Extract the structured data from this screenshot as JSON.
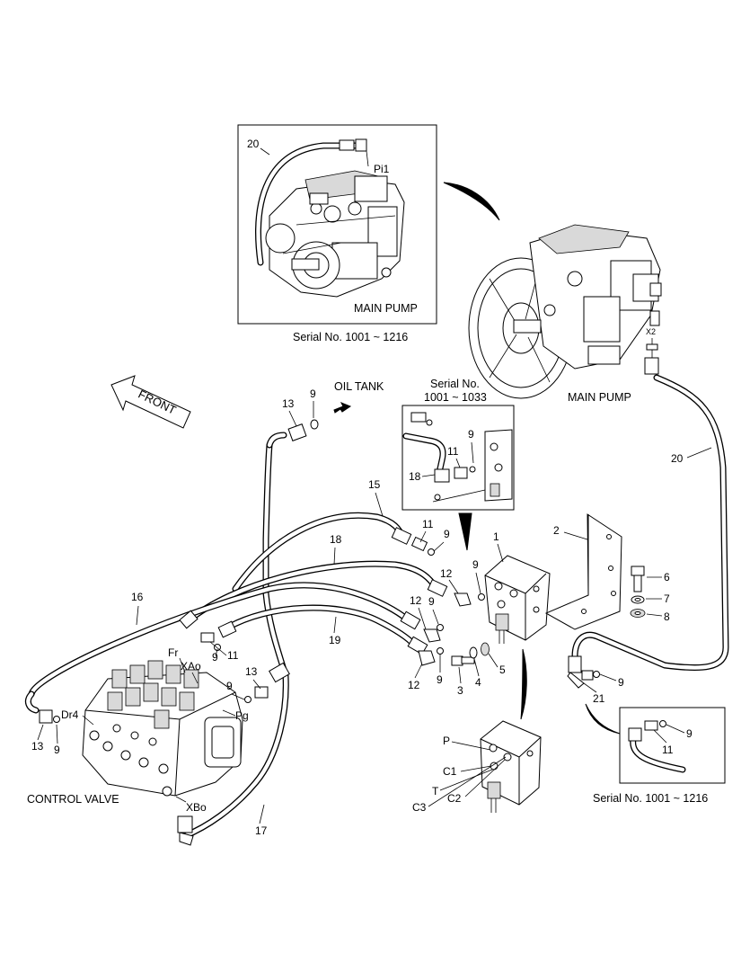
{
  "labels": {
    "front": "FRONT",
    "oil_tank": "OIL TANK",
    "main_pump_inset": "MAIN PUMP",
    "main_pump": "MAIN PUMP",
    "control_valve": "CONTROL VALVE",
    "serial_top": "Serial No. 1001 ~ 1216",
    "serial_mid_1": "Serial No.",
    "serial_mid_2": "1001 ~ 1033",
    "serial_bottom": "Serial No. 1001 ~ 1216",
    "port_pi1": "Pi1",
    "port_x2": "X2",
    "port_fr": "Fr",
    "port_xao": "XAo",
    "port_dr4": "Dr4",
    "port_pg": "Pg",
    "port_xbo": "XBo",
    "port_p": "P",
    "port_c1": "C1",
    "port_t": "T",
    "port_c2": "C2",
    "port_c3": "C3"
  },
  "callouts": {
    "n20_inset": "20",
    "n20": "20",
    "n13_top": "13",
    "n9_top": "9",
    "n9_mid_box": "9",
    "n11_mid_box": "11",
    "n18_mid_box": "18",
    "n15": "15",
    "n11_a": "11",
    "n9_a": "9",
    "n18": "18",
    "n1": "1",
    "n2": "2",
    "n12_a": "12",
    "n9_b": "9",
    "n12_b": "12",
    "n9_c": "9",
    "n6": "6",
    "n7": "7",
    "n8": "8",
    "n16": "16",
    "n19": "19",
    "n9_d": "9",
    "n11_b": "11",
    "n12_c": "12",
    "n9_e": "9",
    "n3": "3",
    "n4": "4",
    "n5": "5",
    "n13_b": "13",
    "n9_f": "9",
    "n9_g": "9",
    "n21": "21",
    "n13_c": "13",
    "n9_h": "9",
    "n17": "17",
    "n9_i": "9",
    "n11_c": "11"
  }
}
